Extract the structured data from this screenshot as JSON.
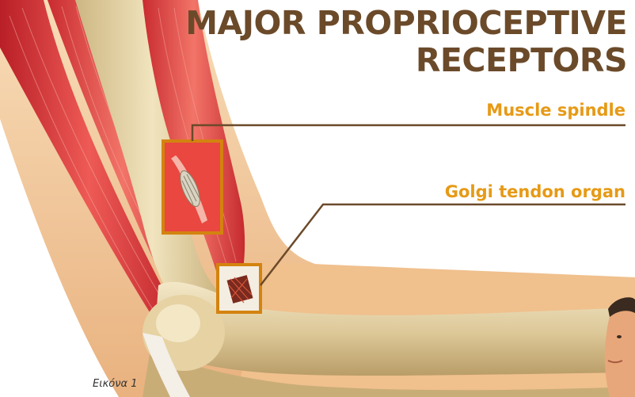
{
  "figure": {
    "title_lines": [
      "MAJOR PROPRIOCEPTIVE",
      "RECEPTORS"
    ],
    "labels": {
      "muscle_spindle": "Muscle spindle",
      "golgi_tendon_organ": "Golgi tendon organ"
    },
    "caption": "Εικόνα 1"
  },
  "colors": {
    "title": "#6b4a2a",
    "label_text": "#e69a16",
    "leader_line": "#6b4a2a",
    "callout_box": "#d4830f",
    "muscle": "#d9363a",
    "bone": "#e8d7a8",
    "skin": "#f2c79a"
  }
}
